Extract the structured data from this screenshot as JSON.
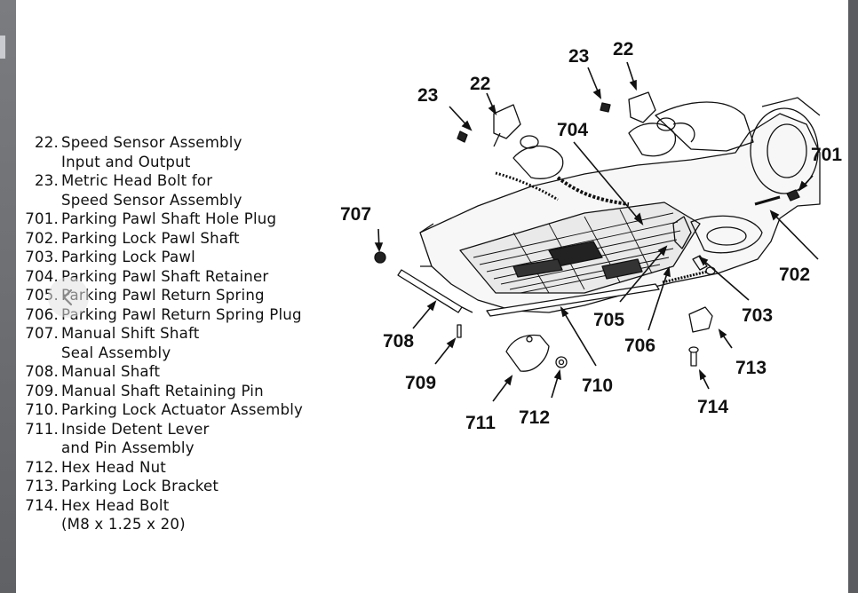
{
  "legend": [
    {
      "num": "22.",
      "lines": [
        "Speed Sensor Assembly",
        "Input and Output"
      ]
    },
    {
      "num": "23.",
      "lines": [
        "Metric Head Bolt for",
        "Speed Sensor Assembly"
      ]
    },
    {
      "num": "701.",
      "lines": [
        "Parking Pawl Shaft Hole Plug"
      ]
    },
    {
      "num": "702.",
      "lines": [
        "Parking Lock Pawl Shaft"
      ]
    },
    {
      "num": "703.",
      "lines": [
        "Parking Lock Pawl"
      ]
    },
    {
      "num": "704.",
      "lines": [
        "Parking Pawl Shaft Retainer"
      ]
    },
    {
      "num": "705.",
      "lines": [
        "Parking Pawl Return Spring"
      ]
    },
    {
      "num": "706.",
      "lines": [
        "Parking Pawl Return Spring Plug"
      ]
    },
    {
      "num": "707.",
      "lines": [
        "Manual Shift Shaft",
        "Seal Assembly"
      ]
    },
    {
      "num": "708.",
      "lines": [
        "Manual Shaft"
      ]
    },
    {
      "num": "709.",
      "lines": [
        "Manual Shaft Retaining Pin"
      ]
    },
    {
      "num": "710.",
      "lines": [
        "Parking Lock Actuator Assembly"
      ]
    },
    {
      "num": "711.",
      "lines": [
        "Inside Detent Lever",
        "and Pin Assembly"
      ]
    },
    {
      "num": "712.",
      "lines": [
        "Hex Head Nut"
      ]
    },
    {
      "num": "713.",
      "lines": [
        "Parking Lock Bracket"
      ]
    },
    {
      "num": "714.",
      "lines": [
        "Hex Head Bolt",
        "(M8 x 1.25 x 20)"
      ]
    }
  ],
  "callouts": [
    {
      "id": "c23a",
      "text": "23"
    },
    {
      "id": "c22a",
      "text": "22"
    },
    {
      "id": "c23b",
      "text": "23"
    },
    {
      "id": "c22b",
      "text": "22"
    },
    {
      "id": "c704",
      "text": "704"
    },
    {
      "id": "c701",
      "text": "701"
    },
    {
      "id": "c707",
      "text": "707"
    },
    {
      "id": "c702",
      "text": "702"
    },
    {
      "id": "c703",
      "text": "703"
    },
    {
      "id": "c705",
      "text": "705"
    },
    {
      "id": "c706",
      "text": "706"
    },
    {
      "id": "c708",
      "text": "708"
    },
    {
      "id": "c709",
      "text": "709"
    },
    {
      "id": "c710",
      "text": "710"
    },
    {
      "id": "c711",
      "text": "711"
    },
    {
      "id": "c712",
      "text": "712"
    },
    {
      "id": "c713",
      "text": "713"
    },
    {
      "id": "c714",
      "text": "714"
    }
  ],
  "icons": {
    "back": "chevron-left-icon"
  }
}
